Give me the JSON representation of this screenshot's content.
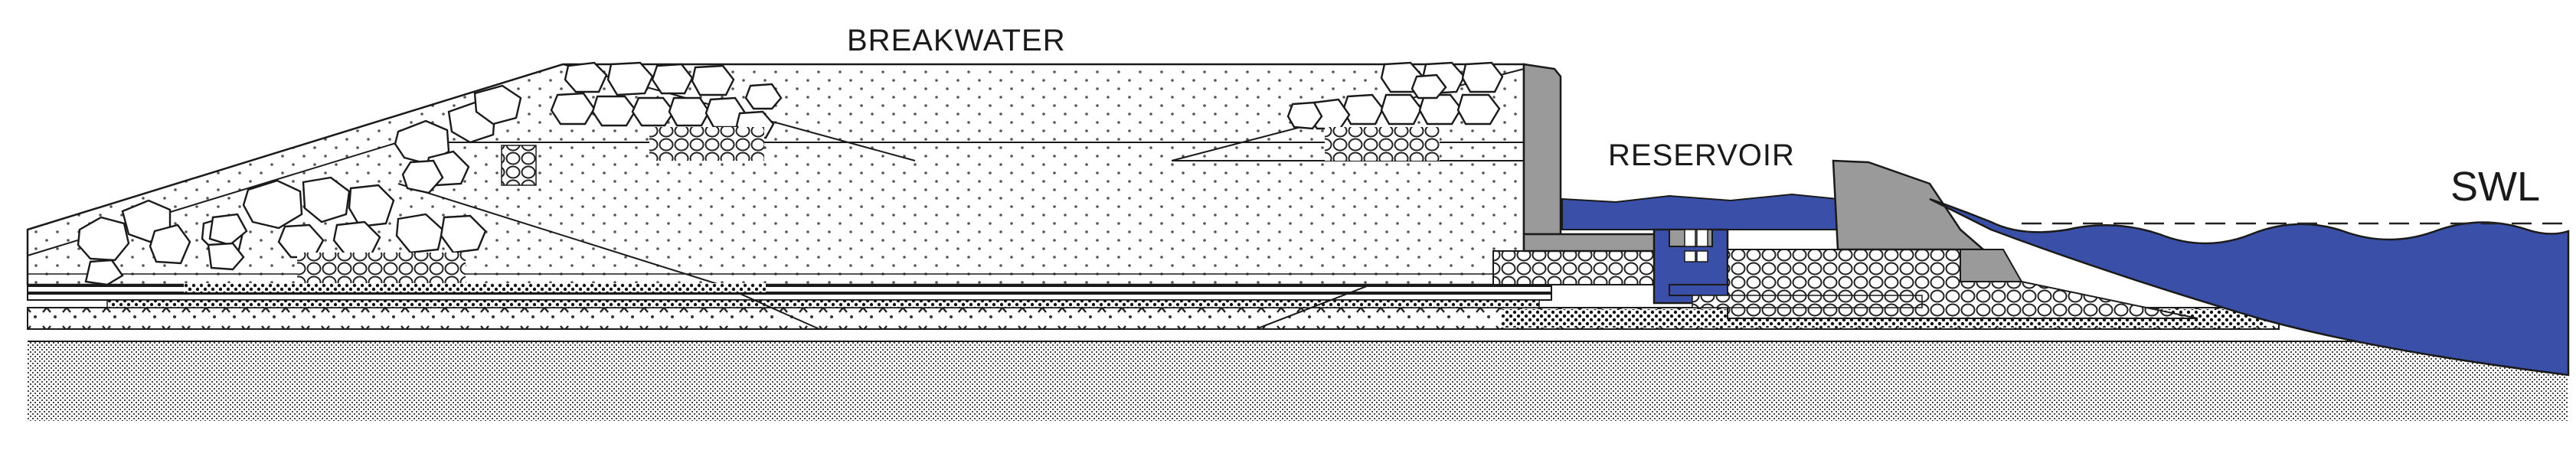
{
  "labels": {
    "breakwater": "BREAKWATER",
    "reservoir": "RESERVOIR",
    "swl": "SWL"
  },
  "colors": {
    "water": "#3a4fa8",
    "concrete": "#9a9a9a",
    "outline": "#1a1a1a",
    "background": "#ffffff"
  }
}
